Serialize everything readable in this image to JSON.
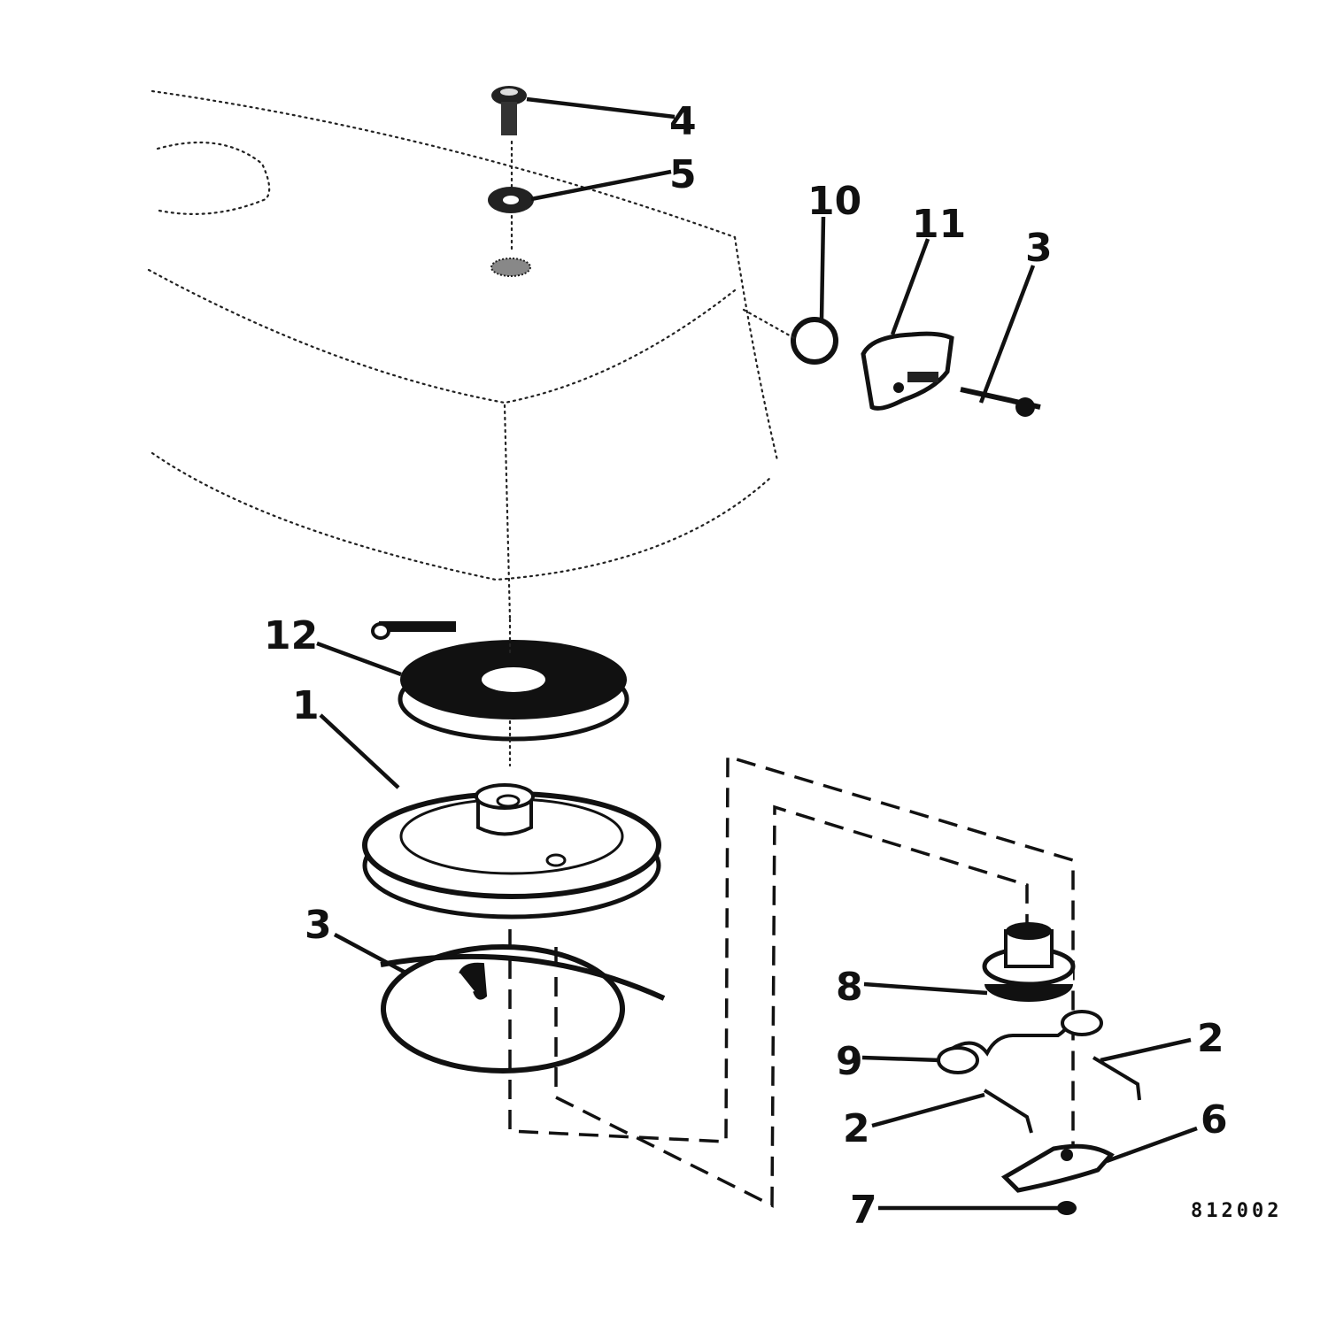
{
  "diagram": {
    "callouts": [
      {
        "id": "c4",
        "label": "4"
      },
      {
        "id": "c5",
        "label": "5"
      },
      {
        "id": "c10",
        "label": "10"
      },
      {
        "id": "c11",
        "label": "11"
      },
      {
        "id": "c3a",
        "label": "3"
      },
      {
        "id": "c12",
        "label": "12"
      },
      {
        "id": "c1",
        "label": "1"
      },
      {
        "id": "c3b",
        "label": "3"
      },
      {
        "id": "c8",
        "label": "8"
      },
      {
        "id": "c9",
        "label": "9"
      },
      {
        "id": "c2a",
        "label": "2"
      },
      {
        "id": "c2b",
        "label": "2"
      },
      {
        "id": "c6",
        "label": "6"
      },
      {
        "id": "c7",
        "label": "7"
      }
    ],
    "figure_number": "812002"
  }
}
